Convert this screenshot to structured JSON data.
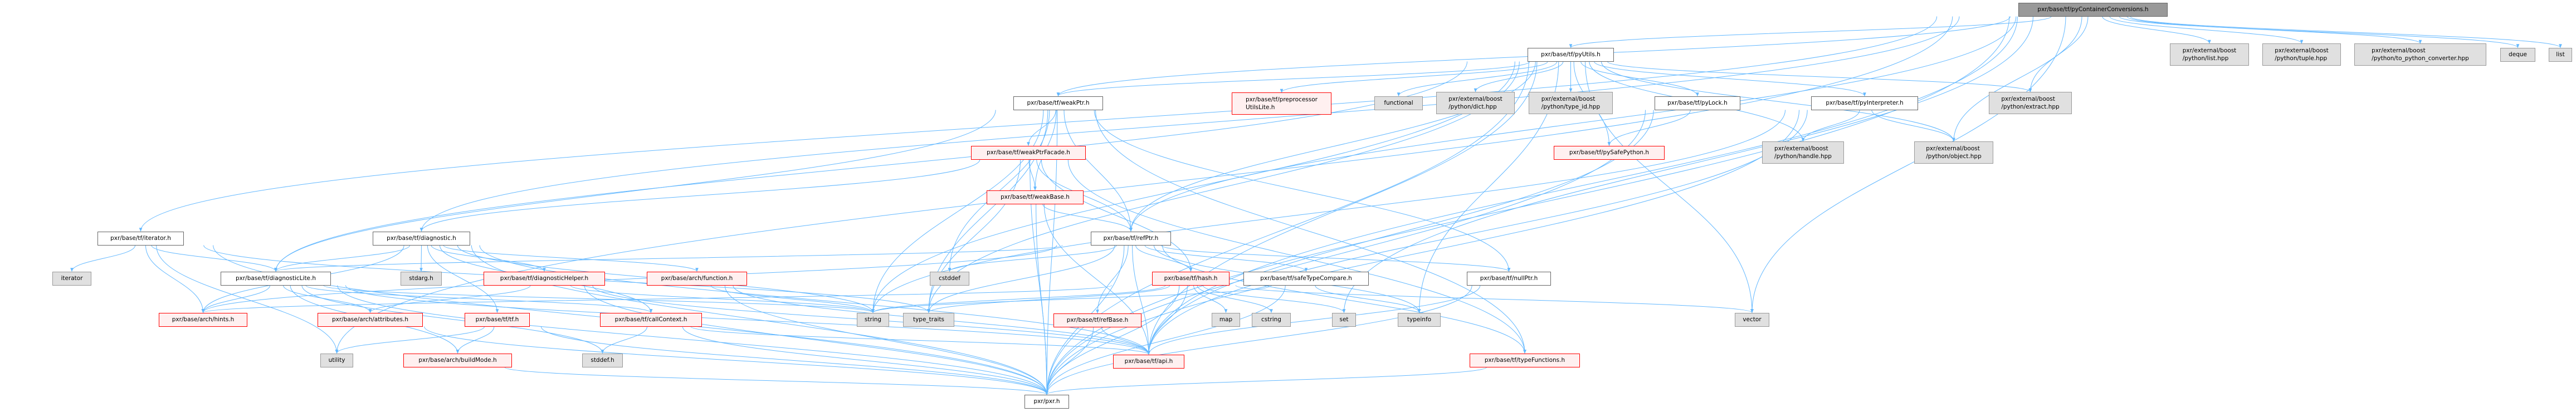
{
  "colors": {
    "edge": "#63b8ff",
    "root_fill": "#999999",
    "truncated_border": "#ff0000",
    "truncated_fill": "#fff0f0",
    "external_fill": "#e0e0e0"
  },
  "nodes": [
    {
      "id": "root",
      "label": "pxr/base/tf/pyContainerConversions.h",
      "kind": "root"
    },
    {
      "id": "listhpp",
      "label": "pxr/external/boost\n/python/list.hpp",
      "kind": "external"
    },
    {
      "id": "tuplehpp",
      "label": "pxr/external/boost\n/python/tuple.hpp",
      "kind": "external"
    },
    {
      "id": "topy",
      "label": "pxr/external/boost\n/python/to_python_converter.hpp",
      "kind": "external"
    },
    {
      "id": "deque",
      "label": "deque",
      "kind": "external"
    },
    {
      "id": "list",
      "label": "list",
      "kind": "external"
    },
    {
      "id": "pyUtils",
      "label": "pxr/base/tf/pyUtils.h",
      "kind": "doc"
    },
    {
      "id": "weakPtr",
      "label": "pxr/base/tf/weakPtr.h",
      "kind": "doc"
    },
    {
      "id": "preproc",
      "label": "pxr/base/tf/preprocessor\nUtilsLite.h",
      "kind": "truncated"
    },
    {
      "id": "functional",
      "label": "functional",
      "kind": "external"
    },
    {
      "id": "dict",
      "label": "pxr/external/boost\n/python/dict.hpp",
      "kind": "external"
    },
    {
      "id": "typeid",
      "label": "pxr/external/boost\n/python/type_id.hpp",
      "kind": "external"
    },
    {
      "id": "pyLock",
      "label": "pxr/base/tf/pyLock.h",
      "kind": "doc"
    },
    {
      "id": "pyInterp",
      "label": "pxr/base/tf/pyInterpreter.h",
      "kind": "doc"
    },
    {
      "id": "extract",
      "label": "pxr/external/boost\n/python/extract.hpp",
      "kind": "external"
    },
    {
      "id": "facade",
      "label": "pxr/base/tf/weakPtrFacade.h",
      "kind": "truncated"
    },
    {
      "id": "pySafe",
      "label": "pxr/base/tf/pySafePython.h",
      "kind": "truncated"
    },
    {
      "id": "handle",
      "label": "pxr/external/boost\n/python/handle.hpp",
      "kind": "external"
    },
    {
      "id": "object",
      "label": "pxr/external/boost\n/python/object.hpp",
      "kind": "external"
    },
    {
      "id": "weakBase",
      "label": "pxr/base/tf/weakBase.h",
      "kind": "truncated"
    },
    {
      "id": "iteratorh",
      "label": "pxr/base/tf/iterator.h",
      "kind": "doc"
    },
    {
      "id": "diagnostic",
      "label": "pxr/base/tf/diagnostic.h",
      "kind": "doc"
    },
    {
      "id": "refPtr",
      "label": "pxr/base/tf/refPtr.h",
      "kind": "doc"
    },
    {
      "id": "iterator",
      "label": "iterator",
      "kind": "external"
    },
    {
      "id": "diagLite",
      "label": "pxr/base/tf/diagnosticLite.h",
      "kind": "doc"
    },
    {
      "id": "stdarg",
      "label": "stdarg.h",
      "kind": "external"
    },
    {
      "id": "diagHelper",
      "label": "pxr/base/tf/diagnosticHelper.h",
      "kind": "truncated"
    },
    {
      "id": "function",
      "label": "pxr/base/arch/function.h",
      "kind": "truncated"
    },
    {
      "id": "cstddef",
      "label": "cstddef",
      "kind": "external"
    },
    {
      "id": "hash",
      "label": "pxr/base/tf/hash.h",
      "kind": "truncated"
    },
    {
      "id": "safeType",
      "label": "pxr/base/tf/safeTypeCompare.h",
      "kind": "doc"
    },
    {
      "id": "nullPtr",
      "label": "pxr/base/tf/nullPtr.h",
      "kind": "doc"
    },
    {
      "id": "hints",
      "label": "pxr/base/arch/hints.h",
      "kind": "truncated"
    },
    {
      "id": "attributes",
      "label": "pxr/base/arch/attributes.h",
      "kind": "truncated"
    },
    {
      "id": "tfh",
      "label": "pxr/base/tf/tf.h",
      "kind": "truncated"
    },
    {
      "id": "callContext",
      "label": "pxr/base/tf/callContext.h",
      "kind": "truncated"
    },
    {
      "id": "string",
      "label": "string",
      "kind": "external"
    },
    {
      "id": "typetraits",
      "label": "type_traits",
      "kind": "external"
    },
    {
      "id": "refBase",
      "label": "pxr/base/tf/refBase.h",
      "kind": "truncated"
    },
    {
      "id": "map",
      "label": "map",
      "kind": "external"
    },
    {
      "id": "cstring",
      "label": "cstring",
      "kind": "external"
    },
    {
      "id": "set",
      "label": "set",
      "kind": "external"
    },
    {
      "id": "typeinfo",
      "label": "typeinfo",
      "kind": "external"
    },
    {
      "id": "vector",
      "label": "vector",
      "kind": "external"
    },
    {
      "id": "utility",
      "label": "utility",
      "kind": "external"
    },
    {
      "id": "buildMode",
      "label": "pxr/base/arch/buildMode.h",
      "kind": "truncated"
    },
    {
      "id": "stddef",
      "label": "stddef.h",
      "kind": "external"
    },
    {
      "id": "api",
      "label": "pxr/base/tf/api.h",
      "kind": "truncated"
    },
    {
      "id": "typeFunctions",
      "label": "pxr/base/tf/typeFunctions.h",
      "kind": "truncated"
    },
    {
      "id": "pxr",
      "label": "pxr/pxr.h",
      "kind": "doc"
    }
  ],
  "edges": [
    [
      "root",
      "pyUtils"
    ],
    [
      "root",
      "weakPtr"
    ],
    [
      "root",
      "iteratorh"
    ],
    [
      "root",
      "diagnostic"
    ],
    [
      "root",
      "refPtr"
    ],
    [
      "root",
      "extract"
    ],
    [
      "root",
      "listhpp"
    ],
    [
      "root",
      "tuplehpp"
    ],
    [
      "root",
      "topy"
    ],
    [
      "root",
      "deque"
    ],
    [
      "root",
      "list"
    ],
    [
      "root",
      "utility"
    ],
    [
      "root",
      "vector"
    ],
    [
      "root",
      "pxr"
    ],
    [
      "root",
      "set"
    ],
    [
      "root",
      "object"
    ],
    [
      "root",
      "api"
    ],
    [
      "pyUtils",
      "api"
    ],
    [
      "pyUtils",
      "pxr"
    ],
    [
      "pyUtils",
      "diagLite"
    ],
    [
      "pyUtils",
      "refPtr"
    ],
    [
      "pyUtils",
      "weakPtr"
    ],
    [
      "pyUtils",
      "preproc"
    ],
    [
      "pyUtils",
      "functional"
    ],
    [
      "pyUtils",
      "dict"
    ],
    [
      "pyUtils",
      "typeid"
    ],
    [
      "pyUtils",
      "pyLock"
    ],
    [
      "pyUtils",
      "pyInterp"
    ],
    [
      "pyUtils",
      "pySafe"
    ],
    [
      "pyUtils",
      "handle"
    ],
    [
      "pyUtils",
      "object"
    ],
    [
      "pyUtils",
      "extract"
    ],
    [
      "pyUtils",
      "string"
    ],
    [
      "pyUtils",
      "typeinfo"
    ],
    [
      "pyUtils",
      "vector"
    ],
    [
      "pyUtils",
      "typetraits"
    ],
    [
      "weakPtr",
      "facade"
    ],
    [
      "weakPtr",
      "weakBase"
    ],
    [
      "weakPtr",
      "refPtr"
    ],
    [
      "weakPtr",
      "nullPtr"
    ],
    [
      "weakPtr",
      "string"
    ],
    [
      "weakPtr",
      "typetraits"
    ],
    [
      "weakPtr",
      "cstddef"
    ],
    [
      "weakPtr",
      "pxr"
    ],
    [
      "weakPtr",
      "typeFunctions"
    ],
    [
      "weakPtr",
      "diagLite"
    ],
    [
      "facade",
      "weakBase"
    ],
    [
      "facade",
      "refPtr"
    ],
    [
      "facade",
      "hash"
    ],
    [
      "facade",
      "diagnostic"
    ],
    [
      "facade",
      "typetraits"
    ],
    [
      "facade",
      "pxr"
    ],
    [
      "facade",
      "typeFunctions"
    ],
    [
      "weakBase",
      "refPtr"
    ],
    [
      "weakBase",
      "api"
    ],
    [
      "weakBase",
      "pxr"
    ],
    [
      "refPtr",
      "diagLite"
    ],
    [
      "refPtr",
      "nullPtr"
    ],
    [
      "refPtr",
      "refBase"
    ],
    [
      "refPtr",
      "safeType"
    ],
    [
      "refPtr",
      "hash"
    ],
    [
      "refPtr",
      "api"
    ],
    [
      "refPtr",
      "pxr"
    ],
    [
      "refPtr",
      "cstddef"
    ],
    [
      "refPtr",
      "typetraits"
    ],
    [
      "refPtr",
      "typeinfo"
    ],
    [
      "refPtr",
      "hints"
    ],
    [
      "refPtr",
      "typeFunctions"
    ],
    [
      "iteratorh",
      "iterator"
    ],
    [
      "iteratorh",
      "diagLite"
    ],
    [
      "iteratorh",
      "hints"
    ],
    [
      "iteratorh",
      "utility"
    ],
    [
      "iteratorh",
      "pxr"
    ],
    [
      "iteratorh",
      "typetraits"
    ],
    [
      "diagnostic",
      "diagLite"
    ],
    [
      "diagnostic",
      "stdarg"
    ],
    [
      "diagnostic",
      "diagHelper"
    ],
    [
      "diagnostic",
      "function"
    ],
    [
      "diagnostic",
      "tfh"
    ],
    [
      "diagnostic",
      "callContext"
    ],
    [
      "diagnostic",
      "hints"
    ],
    [
      "diagnostic",
      "string"
    ],
    [
      "diagnostic",
      "pxr"
    ],
    [
      "diagnostic",
      "api"
    ],
    [
      "diagLite",
      "hints"
    ],
    [
      "diagLite",
      "attributes"
    ],
    [
      "diagLite",
      "buildMode"
    ],
    [
      "diagLite",
      "api"
    ],
    [
      "diagLite",
      "callContext"
    ],
    [
      "diagLite",
      "stddef"
    ],
    [
      "diagLite",
      "pxr"
    ],
    [
      "diagLite",
      "string"
    ],
    [
      "diagHelper",
      "attributes"
    ],
    [
      "diagHelper",
      "api"
    ],
    [
      "diagHelper",
      "string"
    ],
    [
      "diagHelper",
      "pxr"
    ],
    [
      "function",
      "string"
    ],
    [
      "function",
      "pxr"
    ],
    [
      "function",
      "api"
    ],
    [
      "hash",
      "string"
    ],
    [
      "hash",
      "typetraits"
    ],
    [
      "hash",
      "map"
    ],
    [
      "hash",
      "cstring"
    ],
    [
      "hash",
      "set"
    ],
    [
      "hash",
      "vector"
    ],
    [
      "hash",
      "api"
    ],
    [
      "hash",
      "pxr"
    ],
    [
      "hash",
      "hints"
    ],
    [
      "tfh",
      "utility"
    ],
    [
      "tfh",
      "buildMode"
    ],
    [
      "tfh",
      "pxr"
    ],
    [
      "callContext",
      "stddef"
    ],
    [
      "callContext",
      "api"
    ],
    [
      "callContext",
      "pxr"
    ],
    [
      "refBase",
      "api"
    ],
    [
      "refBase",
      "pxr"
    ],
    [
      "safeType",
      "typeinfo"
    ],
    [
      "safeType",
      "pxr"
    ],
    [
      "safeType",
      "string"
    ],
    [
      "nullPtr",
      "api"
    ],
    [
      "nullPtr",
      "pxr"
    ],
    [
      "pyLock",
      "pySafe"
    ],
    [
      "pyLock",
      "api"
    ],
    [
      "pyLock",
      "pxr"
    ],
    [
      "pyInterp",
      "handle"
    ],
    [
      "pyInterp",
      "object"
    ],
    [
      "pyInterp",
      "api"
    ],
    [
      "pyInterp",
      "pxr"
    ],
    [
      "pyInterp",
      "string"
    ],
    [
      "typeFunctions",
      "pxr"
    ],
    [
      "attributes",
      "pxr"
    ],
    [
      "buildMode",
      "pxr"
    ]
  ]
}
